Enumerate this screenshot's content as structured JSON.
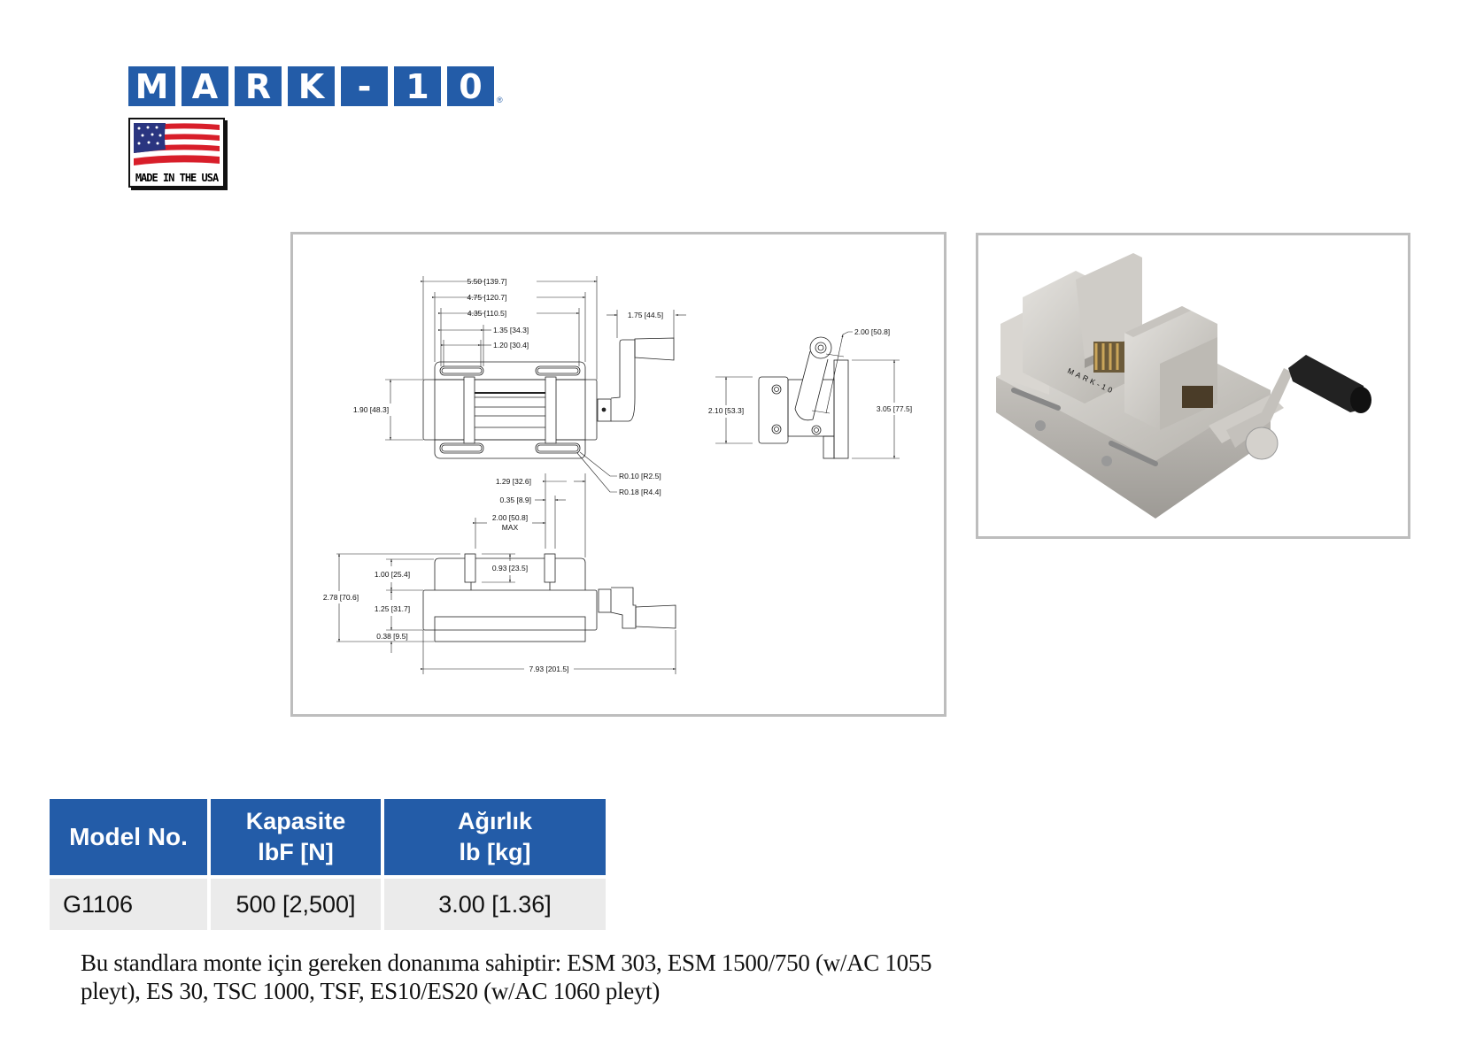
{
  "logo": {
    "letters": [
      "M",
      "A",
      "R",
      "K",
      "-",
      "1",
      "0"
    ],
    "registered": "®",
    "brand": "MARK-10",
    "badge_text": "MADE IN THE USA"
  },
  "colors": {
    "brand_blue": "#235ca8",
    "row_gray": "#ebebeb",
    "frame_gray": "#bdbdbd"
  },
  "drawing": {
    "dims": {
      "w550": "5.50 [139.7]",
      "w475": "4.75 [120.7]",
      "w435": "4.35 [110.5]",
      "w135": "1.35 [34.3]",
      "w120": "1.20 [30.4]",
      "w175": "1.75 [44.5]",
      "h190": "1.90 [48.3]",
      "r010": "R0.10 [R2.5]",
      "r018": "R0.18 [R4.4]",
      "w129": "1.29 [32.6]",
      "w035": "0.35 [8.9]",
      "w200max": "2.00 [50.8]",
      "max": "MAX",
      "h100": "1.00 [25.4]",
      "h093": "0.93 [23.5]",
      "h278": "2.78 [70.6]",
      "h125": "1.25 [31.7]",
      "h038": "0.38 [9.5]",
      "w793": "7.93 [201.5]",
      "side200": "2.00 [50.8]",
      "h210": "2.10 [53.3]",
      "h305": "3.05 [77.5]"
    }
  },
  "photo": {
    "engraving": "MARK-10"
  },
  "table": {
    "headers": [
      {
        "line1": "Model No.",
        "line2": ""
      },
      {
        "line1": "Kapasite",
        "line2": "lbF [N]"
      },
      {
        "line1": "Ağırlık",
        "line2": "lb [kg]"
      }
    ],
    "rows": [
      {
        "model": "G1106",
        "capacity": "500 [2,500]",
        "weight": "3.00 [1.36]"
      }
    ]
  },
  "note": "Bu standlara monte için gereken donanıma sahiptir: ESM 303, ESM 1500/750 (w/AC 1055 pleyt), ES 30, TSC 1000, TSF, ES10/ES20 (w/AC 1060 pleyt)"
}
